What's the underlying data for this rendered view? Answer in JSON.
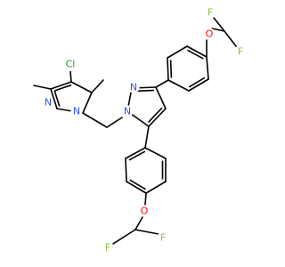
{
  "molecule": {
    "atom_labels": {
      "chlorine": "Cl",
      "pyrazole_a_n1": "N",
      "pyrazole_a_n2": "N",
      "pyrazole_b_n1": "N",
      "pyrazole_b_n2": "N",
      "ether_o_top": "O",
      "ether_o_bottom": "O",
      "fluorine_top_1": "F",
      "fluorine_top_2": "F",
      "fluorine_bottom_1": "F",
      "fluorine_bottom_2": "F"
    },
    "colors": {
      "carbon_bond": "#000000",
      "nitrogen": "#3050f8",
      "oxygen": "#ff0d0d",
      "chlorine": "#1fa01f",
      "fluorine": "#90c040"
    }
  }
}
